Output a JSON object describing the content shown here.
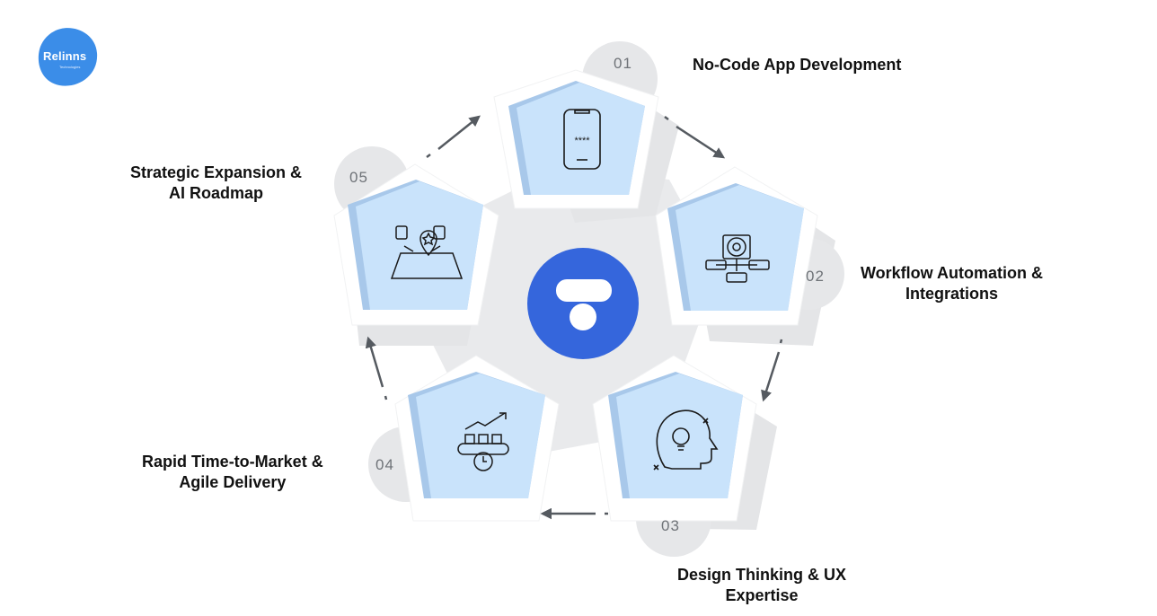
{
  "logo": {
    "name": "Relinns",
    "tagline": "Technologies"
  },
  "center_icon": "flutterflow-logo",
  "steps": [
    {
      "number": "01",
      "title_lines": [
        "No-Code App Development"
      ],
      "icon": "smartphone-password-icon"
    },
    {
      "number": "02",
      "title_lines": [
        "Workflow Automation &",
        "Integrations"
      ],
      "icon": "workflow-gear-icon"
    },
    {
      "number": "03",
      "title_lines": [
        "Design Thinking & UX",
        "Expertise"
      ],
      "icon": "head-lightbulb-icon"
    },
    {
      "number": "04",
      "title_lines": [
        "Rapid Time-to-Market &",
        "Agile Delivery"
      ],
      "icon": "conveyor-growth-icon"
    },
    {
      "number": "05",
      "title_lines": [
        "Strategic Expansion &",
        "AI Roadmap"
      ],
      "icon": "map-strategy-icon"
    }
  ],
  "colors": {
    "pentagon_fill": "#c9e3fb",
    "pentagon_edge": "#a8c8ea",
    "accent_blue": "#3566dc",
    "logo_blue": "#3b8de8",
    "hex_gray": "#e9eaec",
    "arrow_gray": "#555a60"
  }
}
